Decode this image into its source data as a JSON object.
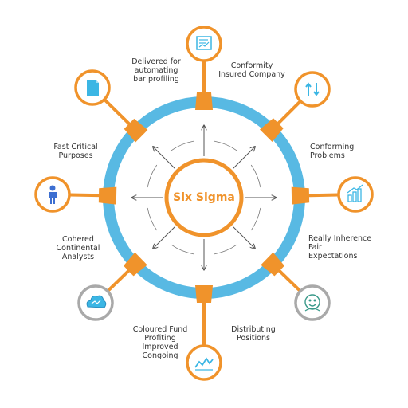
{
  "center": {
    "title": "Six Sigma"
  },
  "colors": {
    "ring": "#58b9e3",
    "accent": "#f0932b",
    "icon_blue": "#3bb6e4",
    "icon_navy": "#3d6fd1",
    "icon_grey": "#a9a9a9",
    "arrow": "#555555"
  },
  "nodes": [
    {
      "id": "top",
      "icon": "document-chart-icon",
      "label": ""
    },
    {
      "id": "upper-right",
      "icon": "arrows-swap-icon",
      "label": ""
    },
    {
      "id": "right",
      "icon": "bar-chart-icon",
      "label": ""
    },
    {
      "id": "lower-right",
      "icon": "face-icon",
      "label": ""
    },
    {
      "id": "bottom",
      "icon": "line-chart-icon",
      "label": ""
    },
    {
      "id": "lower-left",
      "icon": "cloud-icon",
      "label": ""
    },
    {
      "id": "left",
      "icon": "person-icon",
      "label": ""
    },
    {
      "id": "upper-left",
      "icon": "document-icon",
      "label": ""
    }
  ],
  "labels": {
    "upper_left": "Delivered for\nautomating\nbar profiling",
    "upper_right": "Conformity\nInsured Company",
    "left": "Fast Critical\nPurposes",
    "right": "Conforming\nProblems",
    "lower_left": "Cohered\nContinental\nAnalysts",
    "lower_right": "Really Inherence\nFair\nExpectations",
    "bottom_left": "Coloured Fund\nProfiting\nImproved\nCongoing",
    "bottom_right": "Distributing\nPositions"
  }
}
